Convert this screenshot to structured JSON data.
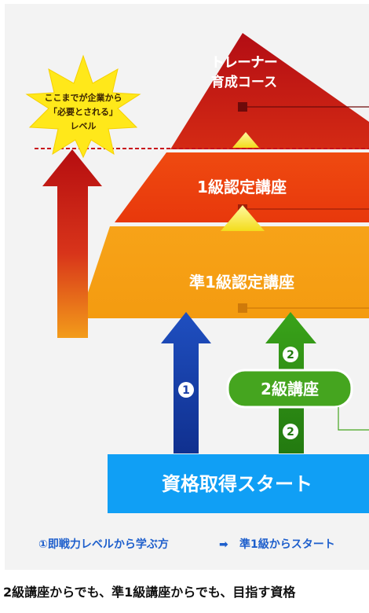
{
  "pyramid": {
    "top_label_line1": "トレーナー",
    "top_label_line2": "育成コース",
    "mid_label": "1級認定講座",
    "low_label": "準1級認定講座"
  },
  "burst": {
    "line1": "ここまでが企業から",
    "line2": "「必要とされる」",
    "line3": "レベル"
  },
  "grade2_label": "2級講座",
  "arrow_badges": {
    "route1": "1",
    "route2_upper": "2",
    "route2_lower": "2"
  },
  "start_label": "資格取得スタート",
  "legend": {
    "route1_text": "①即戦力レベルから学ぶ方",
    "arrow": "➡",
    "route1_target": "準1級からスタート"
  },
  "caption": "2級講座からでも、準1級講座からでも、目指す資格"
}
